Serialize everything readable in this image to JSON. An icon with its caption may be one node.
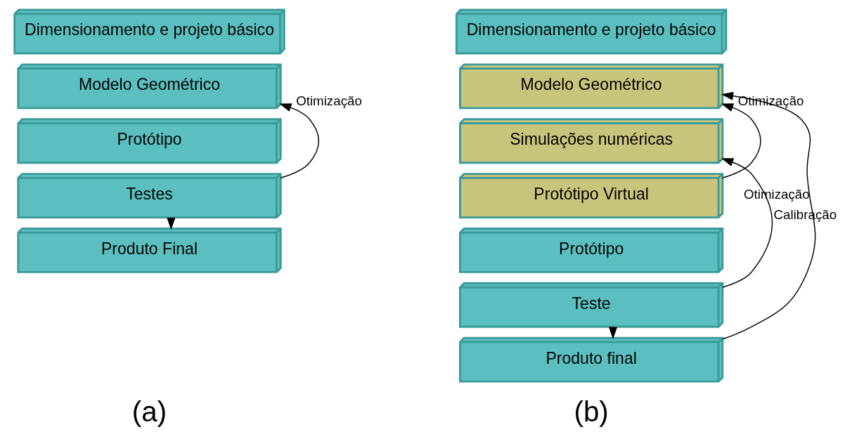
{
  "diagram": {
    "nodes": [
      {
        "text": [
          "Dimensionamento e projeto básico"
        ]
      },
      {
        "text": [
          "Modelo Geométrico"
        ]
      },
      {
        "text": [
          "Protótipo"
        ]
      },
      {
        "text": [
          "Testes"
        ]
      },
      {
        "text": [
          "Produto Final"
        ]
      },
      {
        "text": [
          "Dimensionamento e projeto básico"
        ]
      },
      {
        "text": [
          "Modelo Geométrico"
        ]
      },
      {
        "text": [
          "Simulações numéricas"
        ]
      },
      {
        "text": [
          "Protótipo Virtual"
        ]
      },
      {
        "text": [
          "Protótipo"
        ]
      },
      {
        "text": [
          "Teste"
        ]
      },
      {
        "text": [
          "Produto final"
        ]
      }
    ],
    "edges": [
      {
        "from": 3,
        "to": 1,
        "arrow": "to",
        "label": "Otimização"
      },
      {
        "from": 3,
        "to": 4,
        "arrow": "to"
      },
      {
        "from": 8,
        "to": 6,
        "arrow": "to",
        "label": "Otimização"
      },
      {
        "from": 10,
        "to": 7,
        "arrow": "to",
        "label": "Calibração"
      },
      {
        "from": 10,
        "to": 11,
        "arrow": "to"
      },
      {
        "from": 11,
        "to": 6,
        "arrow": "to",
        "label": "Otimização"
      }
    ],
    "labels": [
      "(a)",
      "(b)"
    ]
  }
}
